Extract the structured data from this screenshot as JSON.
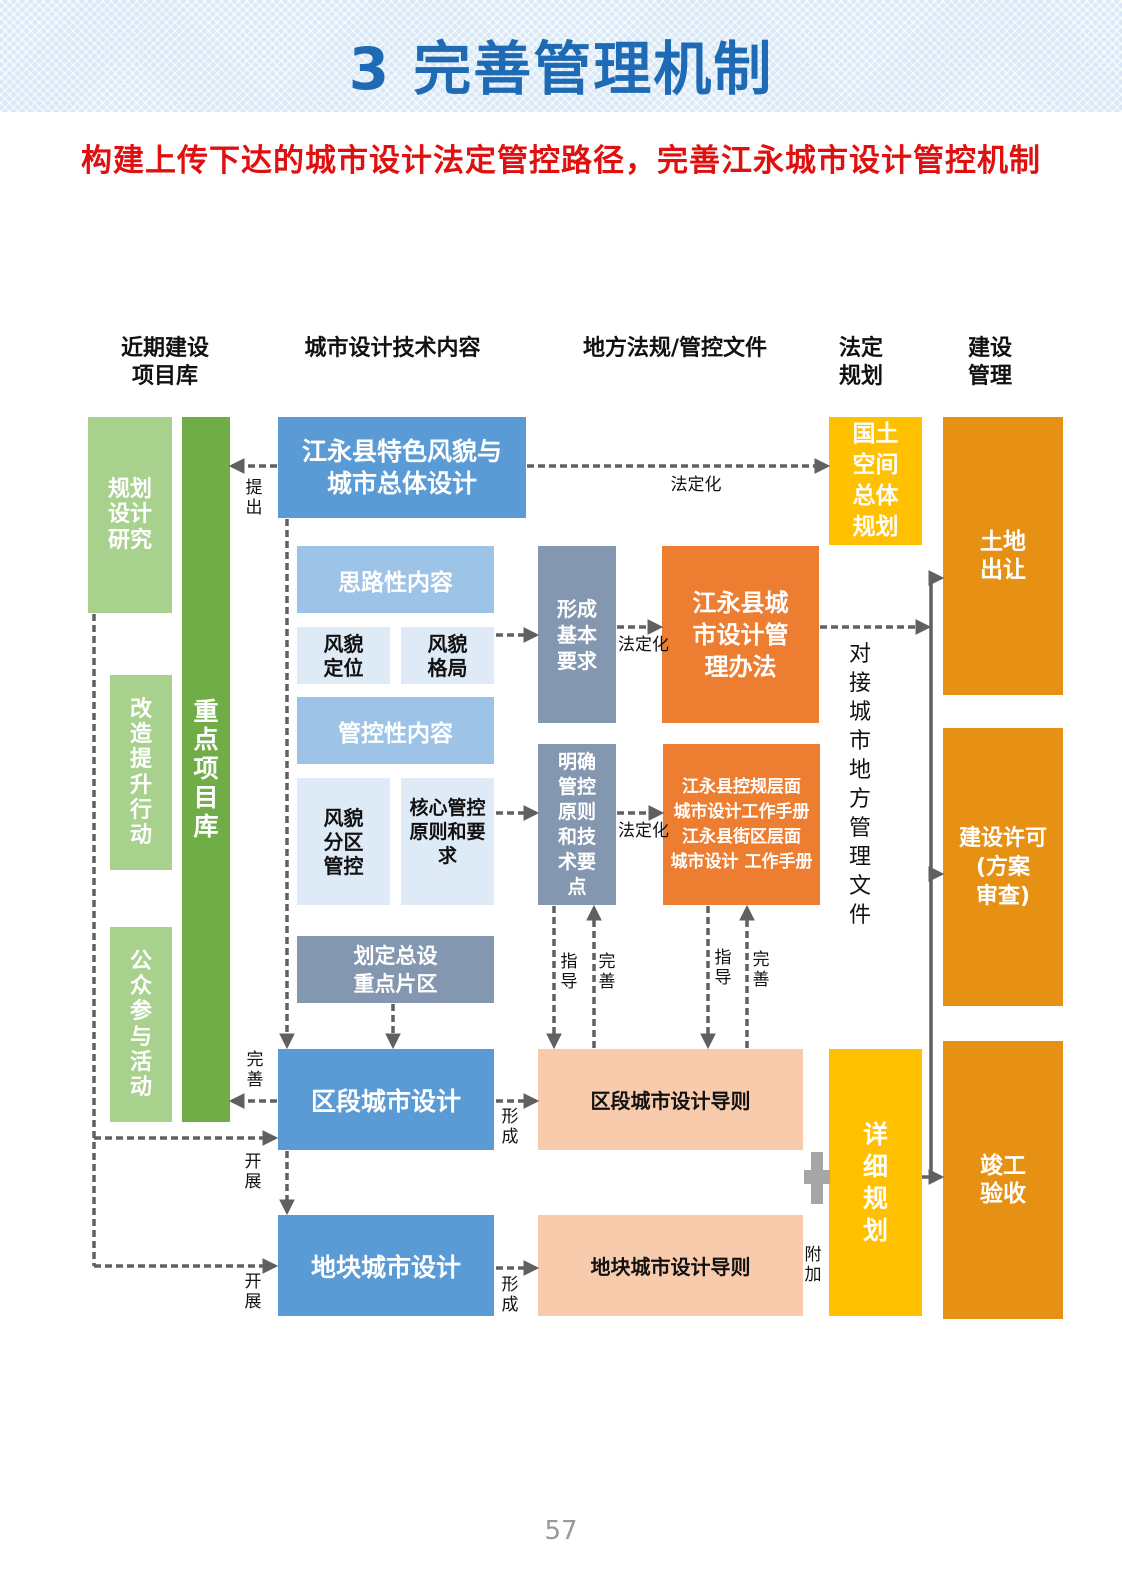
{
  "header": {
    "title": "3 完善管理机制",
    "subtitle": "构建上传下达的城市设计法定管控路径，完善江永城市设计管控机制"
  },
  "columns": {
    "recent": "近期建设\n项目库",
    "tech": "城市设计技术内容",
    "local": "地方法规/管控文件",
    "statutory": "法定\n规划",
    "construction": "建设\n管理"
  },
  "boxes": {
    "plan_research": "规划\n设计\n研究",
    "renovation": "改\n造\n提\n升\n行\n动",
    "public": "公\n众\n参\n与\n活\n动",
    "key_projects": "重\n点\n项\n目\n库",
    "overall_design": "江永县特色风貌与\n城市总体设计",
    "thinking_content": "思路性内容",
    "style_position": "风貌\n定位",
    "style_pattern": "风貌\n格局",
    "control_content": "管控性内容",
    "style_zoning": "风貌\n分区\n管控",
    "core_control": "核心管控\n原则和要求",
    "key_areas": "划定总设\n重点片区",
    "form_basic": "形成\n基本\n要求",
    "clarify": "明确\n管控\n原则\n和技\n术要\n点",
    "method": "江永县城\n市设计管\n理办法",
    "manuals": "江永县控规层面\n城市设计工作手册\n江永县街区层面\n城市设计 工作手册",
    "district_design": "区段城市设计",
    "district_guide": "区段城市设计导则",
    "block_design": "地块城市设计",
    "block_guide": "地块城市设计导则",
    "territorial": "国土\n空间\n总体\n规划",
    "detailed": "详\n细\n规\n划",
    "land_transfer": "土地\n出让",
    "permit": "建设许可\n(方案\n审查)",
    "acceptance": "竣工\n验收",
    "connect_docs": "对\n接\n城\n市\n地\n方\n管\n理\n文\n件"
  },
  "labels": {
    "propose": "提\n出",
    "legalize_top": "法定化",
    "legalize_1": "法定化",
    "legalize_2": "法定化",
    "guide_1": "指\n导",
    "improve_1": "完\n善",
    "guide_2": "指\n导",
    "improve_2": "完\n善",
    "improve_left": "完\n善",
    "form_1": "形\n成",
    "form_2": "形\n成",
    "develop_1": "开\n展",
    "develop_2": "开\n展",
    "attach": "附\n加"
  },
  "page_number": "57",
  "colors": {
    "light_green": "#a9d18e",
    "green": "#70ad47",
    "blue": "#5b9bd5",
    "light_blue": "#9dc3e6",
    "pale_blue": "#deebf7",
    "slate": "#8497b0",
    "orange": "#ed7d31",
    "peach": "#f8cbad",
    "yellow": "#ffc000",
    "dark_orange": "#e69113",
    "title_blue": "#1f6ab4",
    "subtitle_red": "#e01010"
  }
}
